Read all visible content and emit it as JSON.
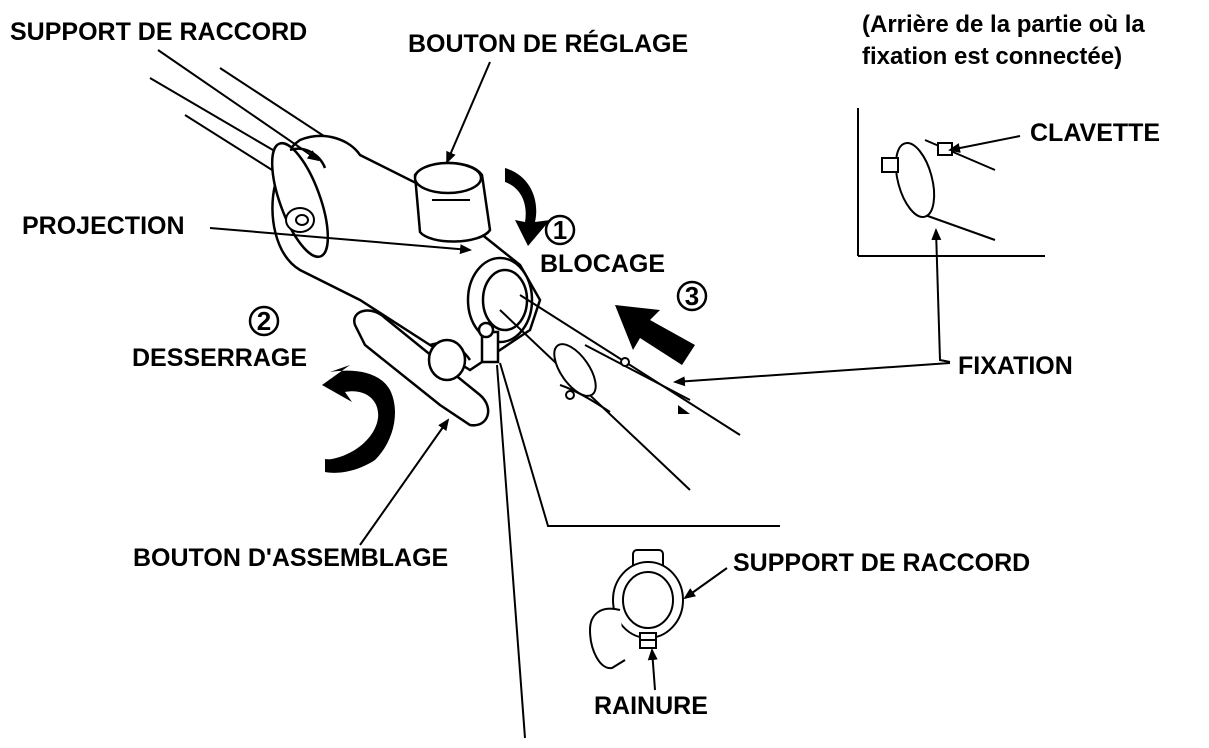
{
  "labels": {
    "support_de_raccord_top": "SUPPORT DE RACCORD",
    "bouton_de_reglage": "BOUTON DE RÉGLAGE",
    "note_line1": "(Arrière de la partie où la",
    "note_line2": "fixation est connectée)",
    "clavette": "CLAVETTE",
    "projection": "PROJECTION",
    "blocage": "BLOCAGE",
    "desserrage": "DESSERRAGE",
    "fixation": "FIXATION",
    "bouton_d_assemblage": "BOUTON D'ASSEMBLAGE",
    "support_de_raccord_bottom": "SUPPORT DE RACCORD",
    "rainure": "RAINURE"
  },
  "step_numbers": {
    "step1": "1",
    "step2": "2",
    "step3": "3"
  },
  "colors": {
    "ink": "#000000",
    "paper": "#ffffff"
  }
}
